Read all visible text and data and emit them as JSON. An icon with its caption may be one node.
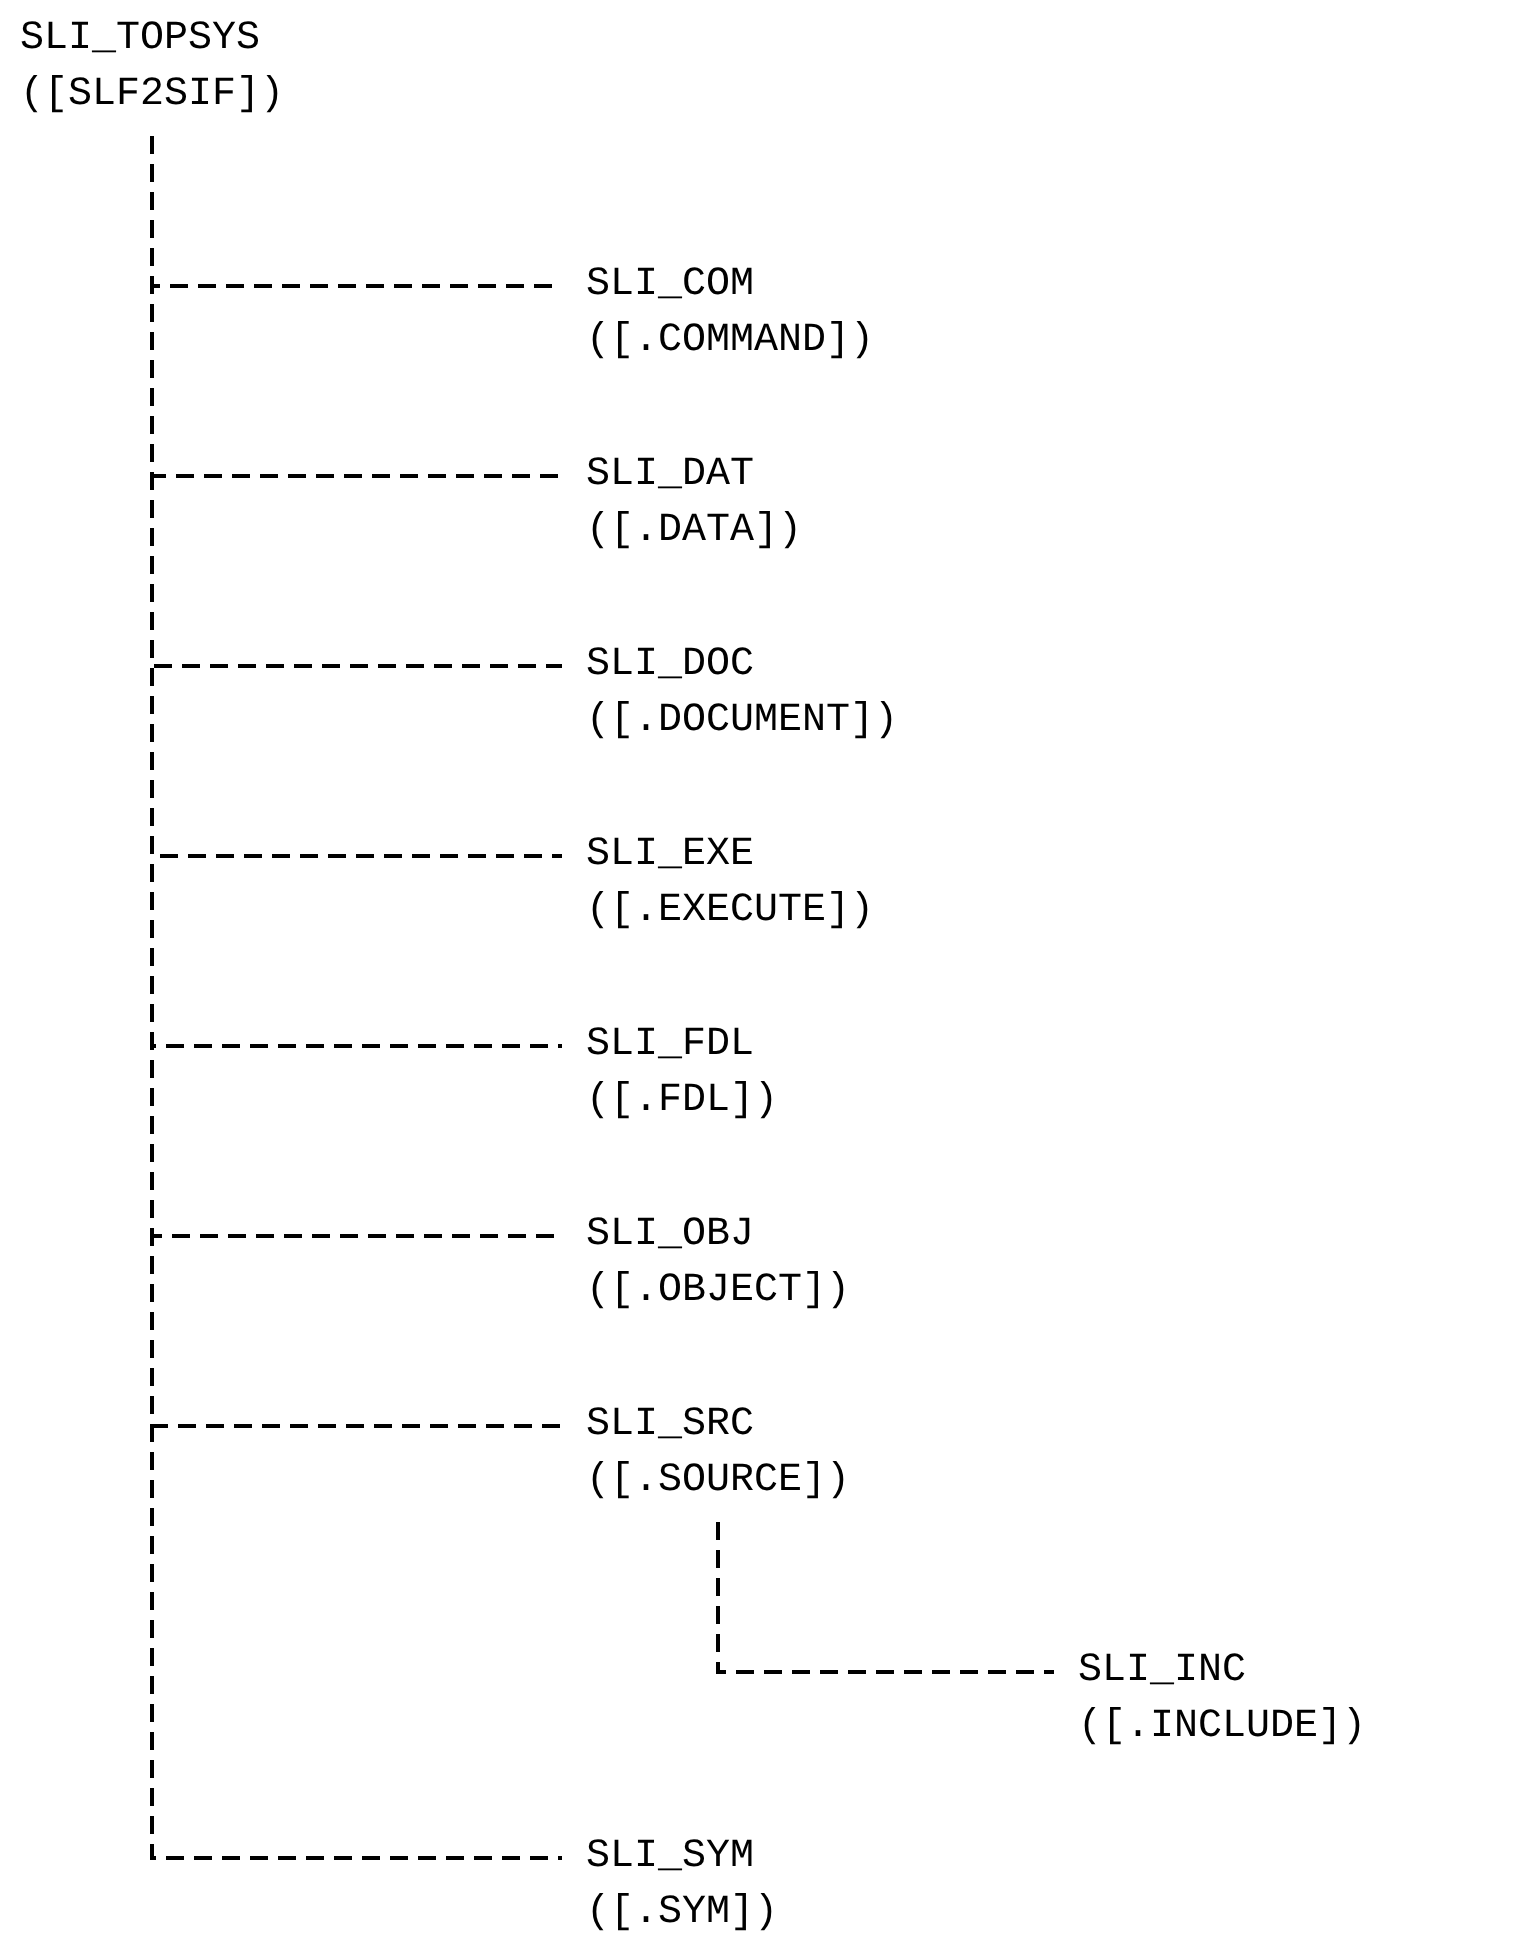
{
  "diagram": {
    "nodes": [
      {
        "text": [
          "SLI_TOPSYS",
          "([SLF2SIF])"
        ]
      },
      {
        "text": [
          "SLI_COM",
          "([.COMMAND])"
        ]
      },
      {
        "text": [
          "SLI_DAT",
          "([.DATA])"
        ]
      },
      {
        "text": [
          "SLI_DOC",
          "([.DOCUMENT])"
        ]
      },
      {
        "text": [
          "SLI_EXE",
          "([.EXECUTE])"
        ]
      },
      {
        "text": [
          "SLI_FDL",
          "([.FDL])"
        ]
      },
      {
        "text": [
          "SLI_OBJ",
          "([.OBJECT])"
        ]
      },
      {
        "text": [
          "SLI_SRC",
          "([.SOURCE])"
        ]
      },
      {
        "text": [
          "SLI_INC",
          "([.INCLUDE])"
        ]
      },
      {
        "text": [
          "SLI_SYM",
          "([.SYM])"
        ]
      }
    ],
    "edges": [
      {
        "from": 0,
        "to": 1,
        "arrow": "none",
        "style": "dashed"
      },
      {
        "from": 0,
        "to": 2,
        "arrow": "none",
        "style": "dashed"
      },
      {
        "from": 0,
        "to": 3,
        "arrow": "none",
        "style": "dashed"
      },
      {
        "from": 0,
        "to": 4,
        "arrow": "none",
        "style": "dashed"
      },
      {
        "from": 0,
        "to": 5,
        "arrow": "none",
        "style": "dashed"
      },
      {
        "from": 0,
        "to": 6,
        "arrow": "none",
        "style": "dashed"
      },
      {
        "from": 0,
        "to": 7,
        "arrow": "none",
        "style": "dashed"
      },
      {
        "from": 7,
        "to": 8,
        "arrow": "none",
        "style": "dashed"
      },
      {
        "from": 0,
        "to": 9,
        "arrow": "none",
        "style": "dashed"
      }
    ]
  }
}
